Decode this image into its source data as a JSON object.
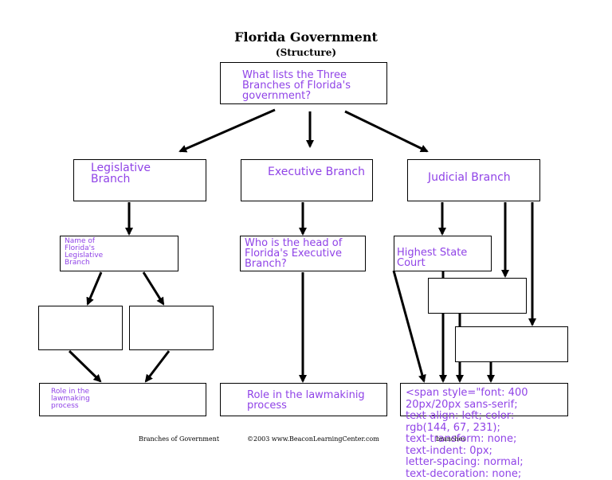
{
  "header": {
    "title": "Florida Government",
    "subtitle": "(Structure)"
  },
  "nodes": {
    "root": "What lists the Three\nBranches of Florida's\ngovernment?",
    "legislative": "Legislative\nBranch",
    "executive": "Executive Branch",
    "judicial": "Judicial Branch",
    "legislative_name": "Name of\nFlorida's\nLegislative\nBranch",
    "legislative_sub_left": "",
    "legislative_sub_right": "",
    "legislative_role": "Role in the\nlawmaking\nprocess",
    "executive_head": "Who is the head of\nFlorida's Executive\nBranch?",
    "executive_role": "Role in the lawmakinig\nprocess",
    "judicial_highest": "Highest State\nCourt",
    "judicial_mid": "",
    "judicial_low": "",
    "judicial_role": "<span style=\"font: 400\n20px/20px sans-serif;\ntext-align: left; color:\nrgb(144, 67, 231);\ntext-transform: none;\ntext-indent: 0px;\nletter-spacing: normal;\ntext-decoration: none;"
  },
  "overlap_text": "branches",
  "footer": {
    "left": "Branches of Government",
    "right": "©2003 www.BeaconLearningCenter.com"
  },
  "colors": {
    "text": "#9043e7",
    "line": "#000000"
  }
}
